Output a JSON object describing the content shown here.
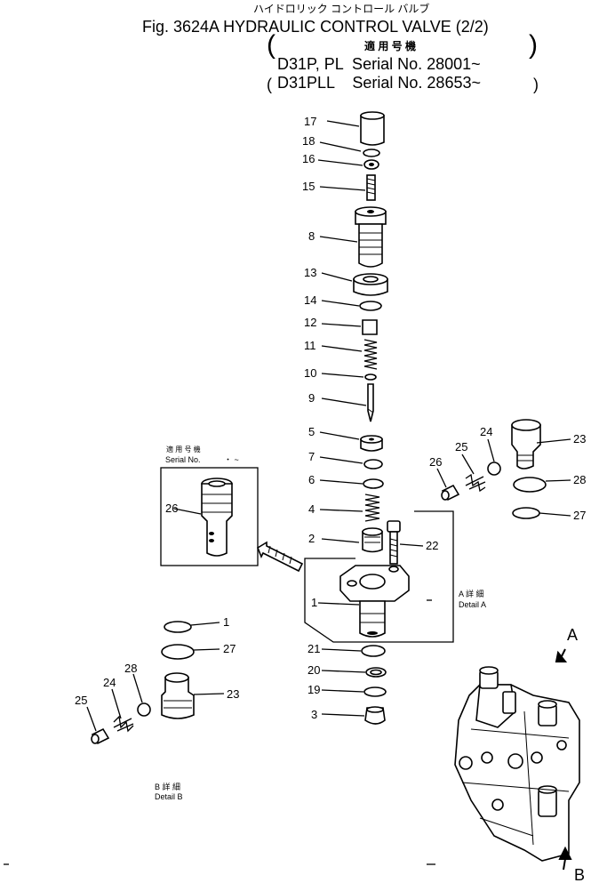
{
  "header": {
    "kana_title": "ハイドロリック コントロール バルブ",
    "title": "Fig. 3624A HYDRAULIC CONTROL VALVE (2/2)",
    "applicable_models_label": "適 用 号 機",
    "serial_line_1": "D31P, PL  Serial No. 28001~",
    "serial_line_2": "D31PLL    Serial No. 28653~"
  },
  "inset": {
    "label_jp": "適 用 号 機",
    "label_en": "Serial No.",
    "label_dash": "・ ~"
  },
  "detail_a": {
    "label_jp": "A 詳 細",
    "label_en": "Detail A"
  },
  "detail_b": {
    "label_jp": "B 詳 細",
    "label_en": "Detail B"
  },
  "view_markers": {
    "a": "A",
    "b": "B"
  },
  "callouts": [
    "17",
    "18",
    "16",
    "15",
    "8",
    "13",
    "14",
    "12",
    "11",
    "10",
    "9",
    "5",
    "7",
    "6",
    "4",
    "2",
    "22",
    "1",
    "21",
    "20",
    "19",
    "3",
    "23",
    "24",
    "25",
    "26",
    "28",
    "27",
    "1",
    "27",
    "28",
    "24",
    "25",
    "23",
    "26"
  ]
}
